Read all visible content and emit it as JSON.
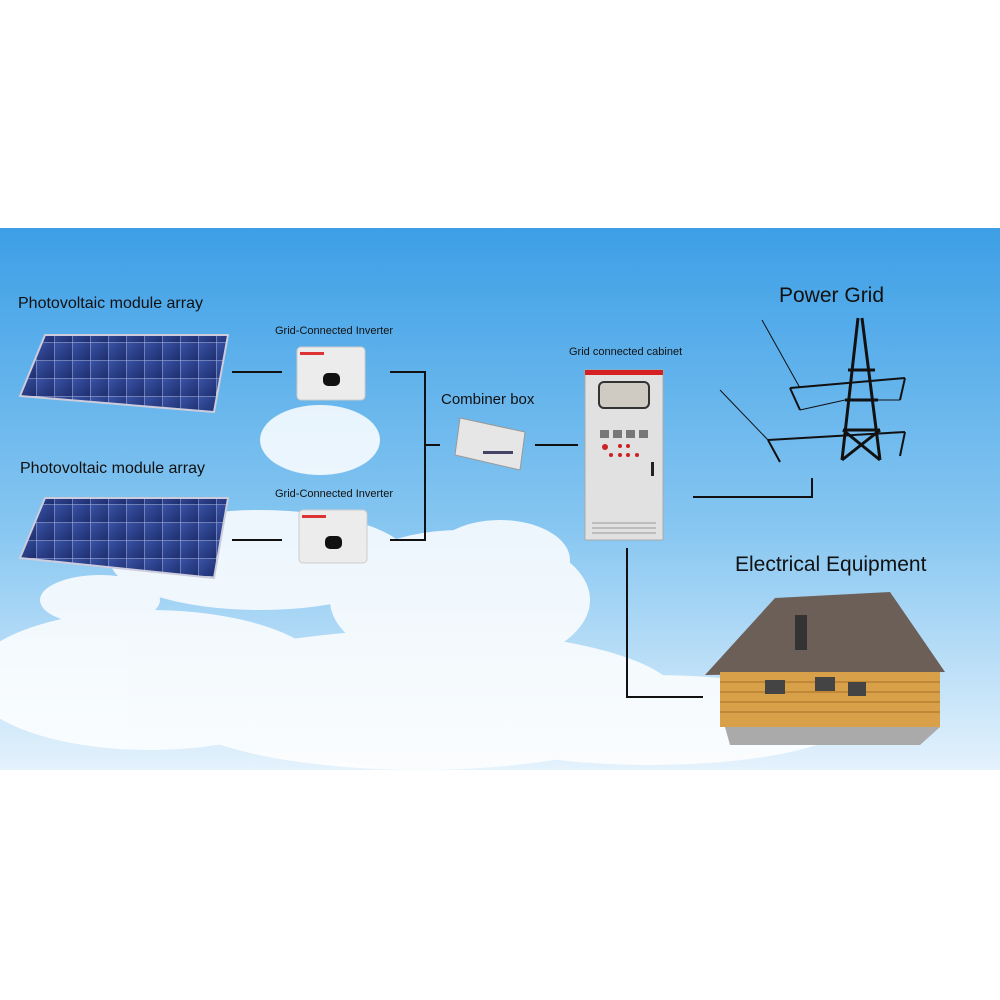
{
  "diagram": {
    "pv_array_1": "Photovoltaic module array",
    "pv_array_2": "Photovoltaic module array",
    "inverter_1": "Grid-Connected Inverter",
    "inverter_2": "Grid-Connected Inverter",
    "combiner": "Combiner box",
    "cabinet": "Grid connected cabinet",
    "power_grid": "Power Grid",
    "equipment": "Electrical Equipment"
  },
  "colors": {
    "sky_top": "#3d9fe6",
    "sky_bottom": "#d6ecfb",
    "panel": "#2b3f8f",
    "cabinet_stripe": "#d42020",
    "wire": "#111111"
  }
}
